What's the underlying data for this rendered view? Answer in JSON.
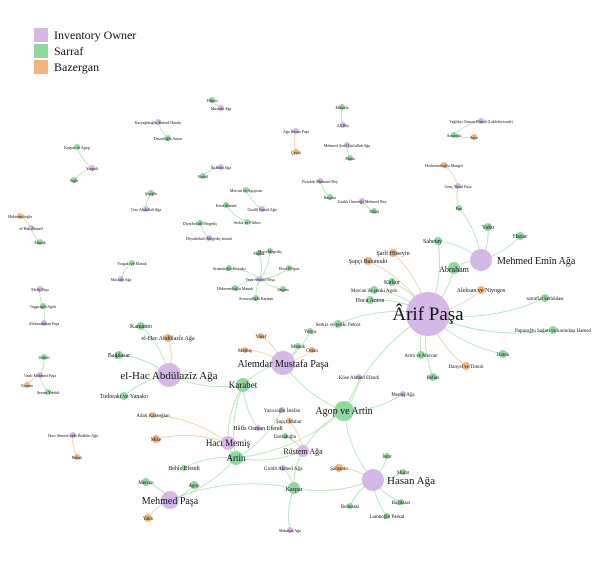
{
  "colors": {
    "owner": "#d6b8e6",
    "sarraf": "#8fd9a0",
    "bazergan": "#f0b47c",
    "edge_sarraf": "#9fdcaa",
    "edge_bazergan": "#efbf90"
  },
  "legend": [
    {
      "key": "owner",
      "label": "Inventory Owner"
    },
    {
      "key": "sarraf",
      "label": "Sarraf"
    },
    {
      "key": "bazergan",
      "label": "Bazergan"
    }
  ],
  "nodes": [
    {
      "id": "arif",
      "label": "Ârif Paşa",
      "type": "owner",
      "r": 22,
      "fs": 19
    },
    {
      "id": "emin",
      "label": "Mehmed Emîn Ağa",
      "type": "owner",
      "r": 11,
      "fs": 10
    },
    {
      "id": "abdulaziz",
      "label": "el-Hac Abdülazîz Ağa",
      "type": "owner",
      "r": 12,
      "fs": 11
    },
    {
      "id": "alemdar",
      "label": "Alemdar Mustafa Paşa",
      "type": "owner",
      "r": 12,
      "fs": 10
    },
    {
      "id": "agop",
      "label": "Agop ve Artin",
      "type": "sarraf",
      "r": 10,
      "fs": 10
    },
    {
      "id": "hasan",
      "label": "Hasan Ağa",
      "type": "owner",
      "r": 11,
      "fs": 11
    },
    {
      "id": "rustem",
      "label": "Rüstem Ağa",
      "type": "owner",
      "r": 6,
      "fs": 8
    },
    {
      "id": "hacimemis",
      "label": "Hacı Memiş",
      "type": "owner",
      "r": 7,
      "fs": 9
    },
    {
      "id": "mehmedpasa",
      "label": "Mehmed Paşa",
      "type": "owner",
      "r": 9,
      "fs": 10
    },
    {
      "id": "kaspar",
      "label": "Kaspar",
      "type": "sarraf",
      "r": 6,
      "fs": 6
    },
    {
      "id": "artin",
      "label": "Artin",
      "type": "sarraf",
      "r": 7,
      "fs": 9
    },
    {
      "id": "karabet",
      "label": "Karabet",
      "type": "sarraf",
      "r": 7,
      "fs": 9
    },
    {
      "id": "abraham",
      "label": "Abraham",
      "type": "sarraf",
      "r": 6,
      "fs": 8
    },
    {
      "id": "sabetay",
      "label": "Sabetay",
      "type": "sarraf",
      "r": 4,
      "fs": 6
    },
    {
      "id": "yako1",
      "label": "Yako",
      "type": "sarraf",
      "r": 4,
      "fs": 6
    },
    {
      "id": "hazar",
      "label": "Hazar",
      "type": "sarraf",
      "r": 4,
      "fs": 6
    },
    {
      "id": "sarifhuseyin",
      "label": "Şarîf Hüseyin",
      "type": "bazergan",
      "r": 4,
      "fs": 6
    },
    {
      "id": "sapcibalmuki",
      "label": "Şapçı Balumuki",
      "type": "bazergan",
      "r": 4,
      "fs": 6
    },
    {
      "id": "kirkor",
      "label": "Kirkor",
      "type": "sarraf",
      "r": 4,
      "fs": 6
    },
    {
      "id": "mercanilesariki",
      "label": "Mercan ile şeriki Agob",
      "type": "sarraf",
      "r": 4,
      "fs": 5
    },
    {
      "id": "hocaanton",
      "label": "Hoca Anton",
      "type": "sarraf",
      "r": 4,
      "fs": 6
    },
    {
      "id": "serkiz",
      "label": "Serkiz ve şeriki Petros",
      "type": "sarraf",
      "r": 4,
      "fs": 5
    },
    {
      "id": "aleksan",
      "label": "Aleksan ve Niyogos",
      "type": "bazergan",
      "r": 4,
      "fs": 6
    },
    {
      "id": "sarraflar",
      "label": "sarraflar kethüdası",
      "type": "sarraf",
      "r": 4,
      "fs": 5
    },
    {
      "id": "papazoglu",
      "label": "Papazoğlu Sağım ve karındaşı Hamed",
      "type": "sarraf",
      "r": 4,
      "fs": 5
    },
    {
      "id": "hatok",
      "label": "Hatok",
      "type": "sarraf",
      "r": 4,
      "fs": 5
    },
    {
      "id": "artinmercan",
      "label": "Artin ve Mercan",
      "type": "sarraf",
      "r": 4,
      "fs": 5
    },
    {
      "id": "danyel",
      "label": "Danyel ve Timoti",
      "type": "bazergan",
      "r": 4,
      "fs": 5
    },
    {
      "id": "refael",
      "label": "Refael",
      "type": "sarraf",
      "r": 4,
      "fs": 5
    },
    {
      "id": "koseahmed",
      "label": "Köse Ahmed Efendi",
      "type": "owner",
      "r": 3,
      "fs": 5
    },
    {
      "id": "memisaga2",
      "label": "Memiş Ağa",
      "type": "owner",
      "r": 3,
      "fs": 5
    },
    {
      "id": "goncyusuf",
      "label": "Genç Yusuf Paşa",
      "type": "owner",
      "r": 3,
      "fs": 4
    },
    {
      "id": "hodavendi",
      "label": "Hodavendioğlu Mangol",
      "type": "bazergan",
      "r": 3,
      "fs": 4
    },
    {
      "id": "pasi",
      "label": "Pasi",
      "type": "sarraf",
      "r": 3,
      "fs": 4
    },
    {
      "id": "kamanto",
      "label": "Kamanto",
      "type": "sarraf",
      "r": 4,
      "fs": 6
    },
    {
      "id": "elhacabd",
      "label": "el-Hac Abdülazîz Ağa",
      "type": "bazergan",
      "r": 4,
      "fs": 6
    },
    {
      "id": "bagdasar1",
      "label": "Bağdasar",
      "type": "sarraf",
      "r": 4,
      "fs": 6
    },
    {
      "id": "todoraki",
      "label": "Todoraki ve Yanako",
      "type": "sarraf",
      "r": 4,
      "fs": 6
    },
    {
      "id": "yorgu",
      "label": "Yorgu",
      "type": "sarraf",
      "r": 3,
      "fs": 5
    },
    {
      "id": "yasef",
      "label": "Yasef",
      "type": "bazergan",
      "r": 3,
      "fs": 5
    },
    {
      "id": "manuk1",
      "label": "Manuk",
      "type": "sarraf",
      "r": 3,
      "fs": 5
    },
    {
      "id": "memis",
      "label": "Memiş",
      "type": "bazergan",
      "r": 3,
      "fs": 5
    },
    {
      "id": "ostan",
      "label": "Ostan",
      "type": "bazergan",
      "r": 3,
      "fs": 5
    },
    {
      "id": "adalikara",
      "label": "Adalı Karaoğlan",
      "type": "bazergan",
      "r": 3,
      "fs": 5
    },
    {
      "id": "hafizosman",
      "label": "Hâfîz Osman Efendi",
      "type": "owner",
      "r": 3,
      "fs": 6
    },
    {
      "id": "mike",
      "label": "Mike",
      "type": "bazergan",
      "r": 4,
      "fs": 5
    },
    {
      "id": "yazicioglu",
      "label": "Yazıcıoğlu İstefan",
      "type": "owner",
      "r": 3,
      "fs": 5
    },
    {
      "id": "sapcimahur",
      "label": "Şapçı Mahur",
      "type": "bazergan",
      "r": 3,
      "fs": 5
    },
    {
      "id": "davudoglu",
      "label": "Davudoğlu",
      "type": "sarraf",
      "r": 3,
      "fs": 5
    },
    {
      "id": "behicefendi",
      "label": "Behîc Efendi",
      "type": "sarraf",
      "r": 3,
      "fs": 6
    },
    {
      "id": "giridli",
      "label": "Giridli Ahmed Ağa",
      "type": "owner",
      "r": 3,
      "fs": 5
    },
    {
      "id": "mercan2",
      "label": "Mercan",
      "type": "sarraf",
      "r": 4,
      "fs": 5
    },
    {
      "id": "agop2",
      "label": "Agop",
      "type": "sarraf",
      "r": 4,
      "fs": 5
    },
    {
      "id": "yako2",
      "label": "Yako",
      "type": "bazergan",
      "r": 4,
      "fs": 5
    },
    {
      "id": "mahmudaga",
      "label": "Mahmud Ağa",
      "type": "owner",
      "r": 3,
      "fs": 4
    },
    {
      "id": "samanto",
      "label": "Şamanto",
      "type": "bazergan",
      "r": 4,
      "fs": 5
    },
    {
      "id": "istor",
      "label": "İstor",
      "type": "sarraf",
      "r": 3,
      "fs": 5
    },
    {
      "id": "murat",
      "label": "Murat",
      "type": "sarraf",
      "r": 3,
      "fs": 5
    },
    {
      "id": "bagdasar2",
      "label": "Bağdasar",
      "type": "sarraf",
      "r": 3,
      "fs": 5
    },
    {
      "id": "bohoraki",
      "label": "Bohoraki",
      "type": "sarraf",
      "r": 3,
      "fs": 5
    },
    {
      "id": "lamkoglu",
      "label": "Lamkoğlu Paskal",
      "type": "sarraf",
      "r": 3,
      "fs": 5
    },
    {
      "id": "haciahmed",
      "label": "Hacı Ahmed-zâde İbrâhîm Ağa",
      "type": "owner",
      "r": 3,
      "fs": 4
    },
    {
      "id": "babak",
      "label": "Babak",
      "type": "bazergan",
      "r": 3,
      "fs": 4
    },
    {
      "id": "unkuli",
      "label": "Unkuli",
      "type": "sarraf",
      "r": 3,
      "fs": 4
    },
    {
      "id": "vanli",
      "label": "Vanlı Mehmed Paşa",
      "type": "owner",
      "r": 3,
      "fs": 4
    },
    {
      "id": "kozma",
      "label": "Kozma",
      "type": "bazergan",
      "r": 3,
      "fs": 4
    },
    {
      "id": "avram",
      "label": "Avram Yehûdi",
      "type": "sarraf",
      "r": 3,
      "fs": 4
    },
    {
      "id": "melis",
      "label": "Meliş Paşa",
      "type": "owner",
      "r": 3,
      "fs": 4
    },
    {
      "id": "tasgiraglu",
      "label": "Taşgiraglu Agob",
      "type": "sarraf",
      "r": 3,
      "fs": 4
    },
    {
      "id": "abdurrahman",
      "label": "Abdurrahman Paşa",
      "type": "owner",
      "r": 3,
      "fs": 4
    },
    {
      "id": "hidavendi",
      "label": "Hidavendioğlu",
      "type": "bazergan",
      "r": 3,
      "fs": 4
    },
    {
      "id": "elhacahmed",
      "label": "el-Hac Ahmed",
      "type": "owner",
      "r": 3,
      "fs": 4
    },
    {
      "id": "manuk2",
      "label": "Manuk",
      "type": "sarraf",
      "r": 3,
      "fs": 4
    },
    {
      "id": "kasparagop",
      "label": "Kaspar ve Agop",
      "type": "sarraf",
      "r": 3,
      "fs": 4
    },
    {
      "id": "yorguli",
      "label": "Yorguli",
      "type": "owner",
      "r": 3,
      "fs": 4
    },
    {
      "id": "sagir",
      "label": "Sagir",
      "type": "sarraf",
      "r": 3,
      "fs": 4
    },
    {
      "id": "karyagdi",
      "label": "Karyağdıoğlu Ahmed Hasekı",
      "type": "owner",
      "r": 3,
      "fs": 4
    },
    {
      "id": "davudoglu2",
      "label": "Davudoğlu Anton",
      "type": "sarraf",
      "r": 3,
      "fs": 4
    },
    {
      "id": "filipos",
      "label": "Filipos",
      "type": "sarraf",
      "r": 3,
      "fs": 4
    },
    {
      "id": "mustafaaga1",
      "label": "Mustafa Ağa",
      "type": "owner",
      "r": 3,
      "fs": 4
    },
    {
      "id": "agahasan",
      "label": "Ağa Hasan Paşa",
      "type": "owner",
      "r": 3,
      "fs": 4
    },
    {
      "id": "cavak",
      "label": "Çavak",
      "type": "bazergan",
      "r": 3,
      "fs": 4
    },
    {
      "id": "mustafa",
      "label": "Mustafa",
      "type": "sarraf",
      "r": 3,
      "fs": 4
    },
    {
      "id": "alibey",
      "label": "Ali Bey",
      "type": "owner",
      "r": 3,
      "fs": 4
    },
    {
      "id": "mehmedserif",
      "label": "Mehmed Şerif Lütfullah Ağa",
      "type": "owner",
      "r": 3,
      "fs": 4
    },
    {
      "id": "manu",
      "label": "Manu",
      "type": "sarraf",
      "r": 3,
      "fs": 4
    },
    {
      "id": "yagliki",
      "label": "Yağlıkçı Osman Efendi (Leblebicizade)",
      "type": "owner",
      "r": 3,
      "fs": 4
    },
    {
      "id": "azizoglu",
      "label": "Azizoğlu",
      "type": "sarraf",
      "r": 3,
      "fs": 4
    },
    {
      "id": "saya",
      "label": "Saya",
      "type": "bazergan",
      "r": 3,
      "fs": 4
    },
    {
      "id": "piriazade",
      "label": "Pirizâde Mehmed Bey",
      "type": "owner",
      "r": 3,
      "fs": 4
    },
    {
      "id": "hacatur",
      "label": "Haçatur",
      "type": "sarraf",
      "r": 3,
      "fs": 4
    },
    {
      "id": "ibrahimaga",
      "label": "İbrâhîm Ağa",
      "type": "owner",
      "r": 3,
      "fs": 4
    },
    {
      "id": "rafail",
      "label": "Rafail",
      "type": "sarraf",
      "r": 3,
      "fs": 4
    },
    {
      "id": "sisoglu",
      "label": "Şişoğlu",
      "type": "sarraf",
      "r": 3,
      "fs": 4
    },
    {
      "id": "cizeabd",
      "label": "Cize Abdullah Ağa",
      "type": "owner",
      "r": 3,
      "fs": 4
    },
    {
      "id": "diyarbekirli",
      "label": "Diyarbekirli Megediç",
      "type": "sarraf",
      "r": 3,
      "fs": 4
    },
    {
      "id": "diyarbekirli2",
      "label": "Diyarbekirli Megediç zimmî",
      "type": "owner",
      "r": 3,
      "fs": 4
    },
    {
      "id": "mercanagopcan",
      "label": "Mercan ve Agopcan",
      "type": "sarraf",
      "r": 3,
      "fs": 4
    },
    {
      "id": "giridlismail",
      "label": "Giridli İsmail Ağa",
      "type": "owner",
      "r": 3,
      "fs": 4
    },
    {
      "id": "kuruahmed",
      "label": "Kuru Ahmed",
      "type": "sarraf",
      "r": 3,
      "fs": 4
    },
    {
      "id": "serkizfilibos",
      "label": "Serkiz ve Filibos",
      "type": "sarraf",
      "r": 3,
      "fs": 4
    },
    {
      "id": "uzakli",
      "label": "Uzaklı Ömerağa Mehmed Bey",
      "type": "owner",
      "r": 3,
      "fs": 4
    },
    {
      "id": "mihal",
      "label": "Mihal",
      "type": "sarraf",
      "r": 3,
      "fs": 4
    },
    {
      "id": "yorgaki",
      "label": "Yorgaki ve Manuk",
      "type": "sarraf",
      "r": 3,
      "fs": 4
    },
    {
      "id": "mustafaaga2",
      "label": "Mustafa Ağa",
      "type": "owner",
      "r": 3,
      "fs": 4
    },
    {
      "id": "manuk3",
      "label": "Manuk",
      "type": "sarraf",
      "r": 3,
      "fs": 4
    },
    {
      "id": "hocamegedic",
      "label": "Hoca Megediç",
      "type": "sarraf",
      "r": 3,
      "fs": 4
    },
    {
      "id": "arnaudoglu",
      "label": "Arnaudoğlu Kiryako",
      "type": "sarraf",
      "r": 3,
      "fs": 4
    },
    {
      "id": "hocafilipos",
      "label": "Hoca Filipos",
      "type": "sarraf",
      "r": 3,
      "fs": 4
    },
    {
      "id": "vezirahmed",
      "label": "Vezir Ahmed Paşa",
      "type": "owner",
      "r": 3,
      "fs": 4
    },
    {
      "id": "hidavendioglu",
      "label": "Hidavendioğlu Manuk",
      "type": "sarraf",
      "r": 3,
      "fs": 4
    },
    {
      "id": "sagum",
      "label": "Sagum",
      "type": "sarraf",
      "r": 3,
      "fs": 4
    },
    {
      "id": "arnavudoglu",
      "label": "Arnavudoğlu Karabet",
      "type": "sarraf",
      "r": 3,
      "fs": 4
    }
  ],
  "edges": [
    [
      "arif",
      "abraham"
    ],
    [
      "arif",
      "sarifhuseyin"
    ],
    [
      "arif",
      "sapcibalmuki"
    ],
    [
      "arif",
      "kirkor"
    ],
    [
      "arif",
      "mercanilesariki"
    ],
    [
      "arif",
      "hocaanton"
    ],
    [
      "arif",
      "serkiz"
    ],
    [
      "arif",
      "aleksan"
    ],
    [
      "arif",
      "sarraflar"
    ],
    [
      "arif",
      "papazoglu"
    ],
    [
      "arif",
      "hatok"
    ],
    [
      "arif",
      "artinmercan"
    ],
    [
      "arif",
      "danyel"
    ],
    [
      "arif",
      "refael"
    ],
    [
      "arif",
      "agop"
    ],
    [
      "arif",
      "sabetay"
    ],
    [
      "emin",
      "abraham"
    ],
    [
      "emin",
      "sabetay"
    ],
    [
      "emin",
      "yako1"
    ],
    [
      "emin",
      "hazar"
    ],
    [
      "emin",
      "pasi"
    ],
    [
      "goncyusuf",
      "hodavendi"
    ],
    [
      "goncyusuf",
      "pasi"
    ],
    [
      "abdulaziz",
      "kamanto"
    ],
    [
      "abdulaziz",
      "elhacabd"
    ],
    [
      "abdulaziz",
      "bagdasar1"
    ],
    [
      "abdulaziz",
      "todoraki"
    ],
    [
      "abdulaziz",
      "karabet"
    ],
    [
      "alemdar",
      "yorgu"
    ],
    [
      "alemdar",
      "yasef"
    ],
    [
      "alemdar",
      "manuk1"
    ],
    [
      "alemdar",
      "memis"
    ],
    [
      "alemdar",
      "ostan"
    ],
    [
      "alemdar",
      "karabet"
    ],
    [
      "alemdar",
      "agop"
    ],
    [
      "karabet",
      "hafizosman"
    ],
    [
      "karabet",
      "hacimemis"
    ],
    [
      "karabet",
      "artin"
    ],
    [
      "hacimemis",
      "adalikara"
    ],
    [
      "hacimemis",
      "mike"
    ],
    [
      "hacimemis",
      "artin"
    ],
    [
      "artin",
      "behicefendi"
    ],
    [
      "artin",
      "rustem"
    ],
    [
      "artin",
      "agop"
    ],
    [
      "artin",
      "yazicioglu"
    ],
    [
      "agop",
      "koseahmed"
    ],
    [
      "agop",
      "memisaga2"
    ],
    [
      "agop",
      "rustem"
    ],
    [
      "agop",
      "hasan"
    ],
    [
      "rustem",
      "sapcimahur"
    ],
    [
      "rustem",
      "davudoglu"
    ],
    [
      "rustem",
      "kaspar"
    ],
    [
      "kaspar",
      "giridli"
    ],
    [
      "kaspar",
      "mahmudaga"
    ],
    [
      "kaspar",
      "hasan"
    ],
    [
      "kaspar",
      "mehmedpasa"
    ],
    [
      "mehmedpasa",
      "mercan2"
    ],
    [
      "mehmedpasa",
      "agop2"
    ],
    [
      "mehmedpasa",
      "yako2"
    ],
    [
      "mehmedpasa",
      "artin"
    ],
    [
      "hasan",
      "samanto"
    ],
    [
      "hasan",
      "istor"
    ],
    [
      "hasan",
      "murat"
    ],
    [
      "hasan",
      "bagdasar2"
    ],
    [
      "hasan",
      "bohoraki"
    ],
    [
      "hasan",
      "lamkoglu"
    ],
    [
      "haciahmed",
      "babak"
    ],
    [
      "vanli",
      "unkuli"
    ],
    [
      "vanli",
      "kozma"
    ],
    [
      "vanli",
      "avram"
    ],
    [
      "melis",
      "tasgiraglu"
    ],
    [
      "abdurrahman",
      "tasgiraglu"
    ],
    [
      "elhacahmed",
      "hidavendi"
    ],
    [
      "elhacahmed",
      "manuk2"
    ],
    [
      "kasparagop",
      "yorguli"
    ],
    [
      "yorguli",
      "sagir"
    ],
    [
      "karyagdi",
      "davudoglu2"
    ],
    [
      "filipos",
      "mustafaaga1"
    ],
    [
      "agahasan",
      "cavak"
    ],
    [
      "mustafa",
      "alibey"
    ],
    [
      "mehmedserif",
      "manu"
    ],
    [
      "yagliki",
      "azizoglu"
    ],
    [
      "azizoglu",
      "saya"
    ],
    [
      "piriazade",
      "hacatur"
    ],
    [
      "ibrahimaga",
      "rafail"
    ],
    [
      "sisoglu",
      "cizeabd"
    ],
    [
      "diyarbekirli",
      "diyarbekirli2"
    ],
    [
      "mercanagopcan",
      "giridlismail"
    ],
    [
      "kuruahmed",
      "serkizfilibos"
    ],
    [
      "uzakli",
      "mihal"
    ],
    [
      "yorgaki",
      "mustafaaga2"
    ],
    [
      "vezirahmed",
      "manuk3"
    ],
    [
      "vezirahmed",
      "hocamegedic"
    ],
    [
      "vezirahmed",
      "arnaudoglu"
    ],
    [
      "vezirahmed",
      "hocafilipos"
    ],
    [
      "vezirahmed",
      "hidavendioglu"
    ],
    [
      "vezirahmed",
      "sagum"
    ],
    [
      "vezirahmed",
      "arnavudoglu"
    ]
  ]
}
